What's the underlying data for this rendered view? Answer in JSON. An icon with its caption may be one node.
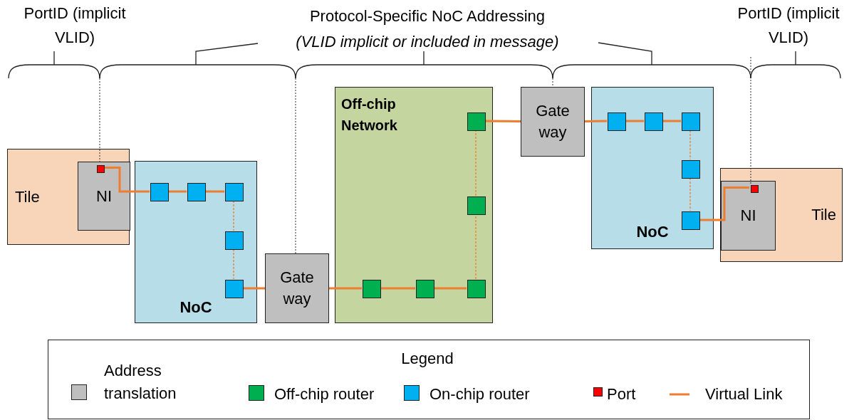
{
  "diagram": {
    "nodes": [
      {
        "text": [
          "Tile"
        ]
      },
      {
        "text": [
          "NI"
        ],
        "in": 0
      },
      {
        "text": [],
        "shape": "box",
        "in": 1
      },
      {
        "text": [
          "NoC"
        ]
      },
      {
        "text": [],
        "shape": "box",
        "in": 3
      },
      {
        "text": [],
        "shape": "box",
        "in": 3
      },
      {
        "text": [],
        "shape": "box",
        "in": 3
      },
      {
        "text": [],
        "shape": "box",
        "in": 3
      },
      {
        "text": [],
        "shape": "box",
        "in": 3
      },
      {
        "text": [
          "Gate way"
        ]
      },
      {
        "text": [
          "Off-chip Network"
        ]
      },
      {
        "text": [],
        "shape": "box",
        "in": 10
      },
      {
        "text": [],
        "shape": "box",
        "in": 10
      },
      {
        "text": [],
        "shape": "box",
        "in": 10
      },
      {
        "text": [],
        "shape": "box",
        "in": 10
      },
      {
        "text": [],
        "shape": "box",
        "in": 10
      },
      {
        "text": [
          "Gate way"
        ]
      },
      {
        "text": [
          "NoC"
        ]
      },
      {
        "text": [],
        "shape": "box",
        "in": 17
      },
      {
        "text": [],
        "shape": "box",
        "in": 17
      },
      {
        "text": [],
        "shape": "box",
        "in": 17
      },
      {
        "text": [],
        "shape": "box",
        "in": 17
      },
      {
        "text": [],
        "shape": "box",
        "in": 17
      },
      {
        "text": [
          "Tile"
        ]
      },
      {
        "text": [
          "NI"
        ],
        "in": 23
      },
      {
        "text": [],
        "shape": "box",
        "in": 24
      }
    ],
    "edges": [
      {
        "from": 2,
        "to": 4,
        "arrow": "none"
      },
      {
        "from": 4,
        "to": 5,
        "arrow": "none"
      },
      {
        "from": 5,
        "to": 6,
        "arrow": "none"
      },
      {
        "from": 6,
        "to": 7,
        "arrow": "none",
        "style": "dashed"
      },
      {
        "from": 7,
        "to": 8,
        "arrow": "none",
        "style": "dashed"
      },
      {
        "from": 8,
        "to": 9,
        "arrow": "none"
      },
      {
        "from": 9,
        "to": 13,
        "arrow": "none"
      },
      {
        "from": 13,
        "to": 14,
        "arrow": "none"
      },
      {
        "from": 14,
        "to": 15,
        "arrow": "none"
      },
      {
        "from": 15,
        "to": 12,
        "arrow": "none",
        "style": "dashed"
      },
      {
        "from": 12,
        "to": 11,
        "arrow": "none",
        "style": "dashed"
      },
      {
        "from": 11,
        "to": 16,
        "arrow": "none"
      },
      {
        "from": 16,
        "to": 18,
        "arrow": "none"
      },
      {
        "from": 18,
        "to": 19,
        "arrow": "none"
      },
      {
        "from": 19,
        "to": 20,
        "arrow": "none"
      },
      {
        "from": 20,
        "to": 21,
        "arrow": "none",
        "style": "dashed"
      },
      {
        "from": 21,
        "to": 22,
        "arrow": "none",
        "style": "dashed"
      },
      {
        "from": 22,
        "to": 25,
        "arrow": "none"
      }
    ],
    "labels": [
      "PortID (implicit VLID)",
      "Protocol-Specific NoC Addressing",
      "(VLID implicit or included in message)",
      "PortID (implicit VLID)",
      "Legend"
    ],
    "legend": [
      {
        "text": "Address translation",
        "color": "#bfbfbf"
      },
      {
        "text": "Off-chip router",
        "color": "#00b050"
      },
      {
        "text": "On-chip router",
        "color": "#00b0f0"
      },
      {
        "text": "Port",
        "color": "#ff0000"
      },
      {
        "text": "Virtual Link"
      }
    ]
  }
}
